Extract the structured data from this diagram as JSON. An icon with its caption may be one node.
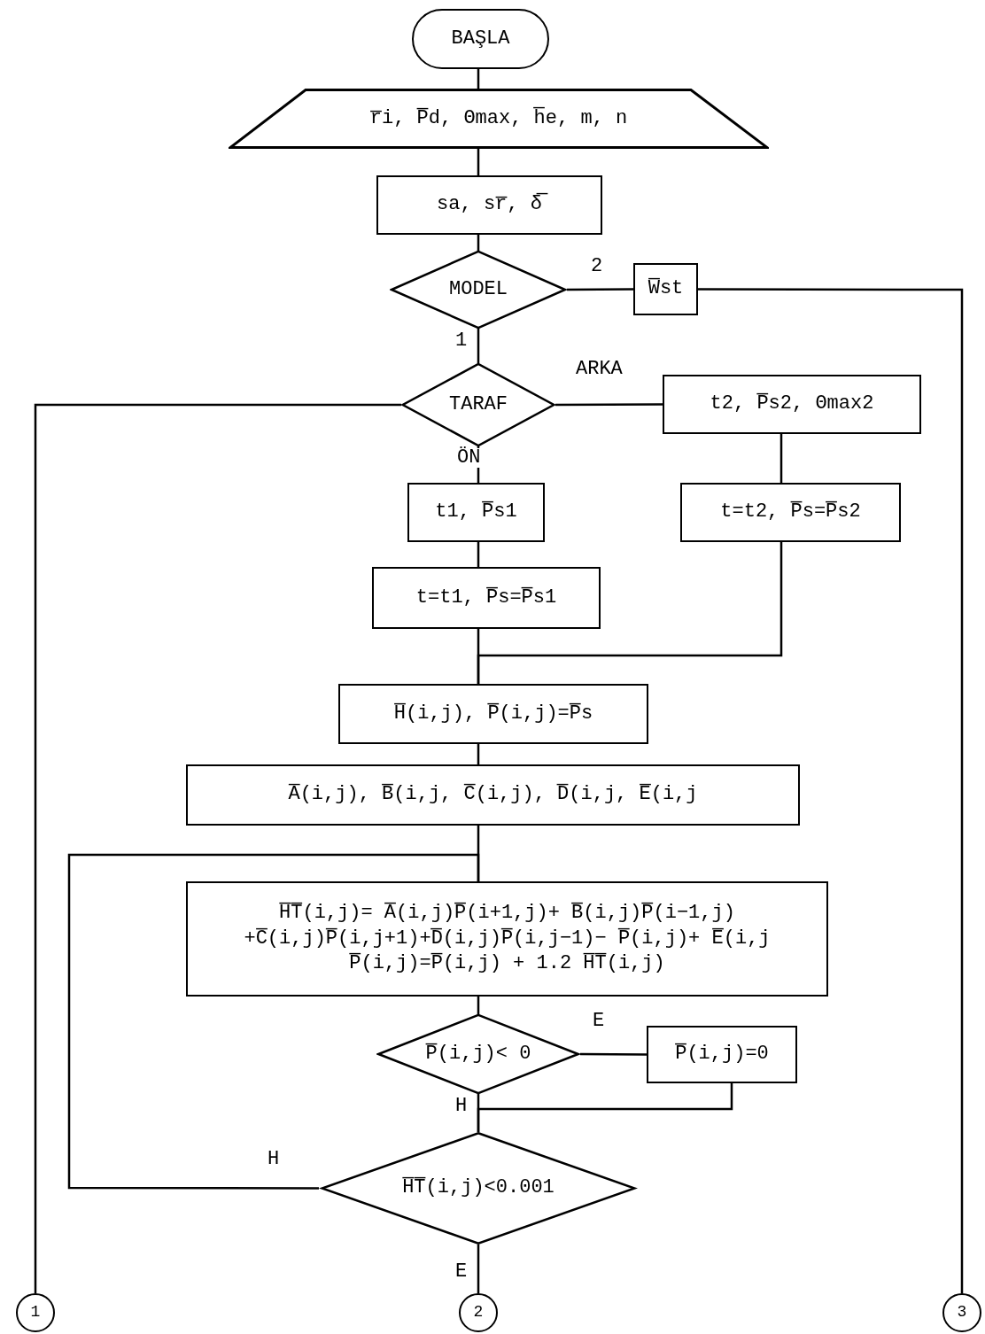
{
  "diagram": {
    "nodes": [
      {
        "text": [
          "BAŞLA"
        ]
      },
      {
        "text": [
          "r̅i, P̅d, Θmax, h̅e, m, n"
        ]
      },
      {
        "text": [
          "sa, sr̅, δ̅"
        ]
      },
      {
        "text": [
          "MODEL"
        ]
      },
      {
        "text": [
          "W̅st"
        ]
      },
      {
        "text": [
          "TARAF"
        ]
      },
      {
        "text": [
          "t2, P̅s2, Θmax2"
        ]
      },
      {
        "text": [
          "t1, P̅s1"
        ]
      },
      {
        "text": [
          "t=t2, P̅s=P̅s2"
        ]
      },
      {
        "text": [
          "t=t1, P̅s=P̅s1"
        ]
      },
      {
        "text": [
          "H̅(i,j), P̅(i,j)=P̅s"
        ]
      },
      {
        "text": [
          "A̅(i,j), B̅(i,j, C̅(i,j), D̅(i,j, E̅(i,j"
        ]
      },
      {
        "text": [
          "H̅T̅(i,j)= A̅(i,j)P̅(i+1,j)+ B̅(i,j)P̅(i−1,j)",
          "+C̅(i,j)P̅(i,j+1)+D̅(i,j)P̅(i,j−1)− P̅(i,j)+ E̅(i,j",
          "P̅(i,j)=P̅(i,j) + 1.2 H̅T̅(i,j)"
        ]
      },
      {
        "text": [
          "P̅(i,j)< 0"
        ]
      },
      {
        "text": [
          "P̅(i,j)=0"
        ]
      },
      {
        "text": [
          "H̅T̅(i,j)<0.001"
        ]
      },
      {
        "text": [
          "1"
        ]
      },
      {
        "text": [
          "2"
        ]
      },
      {
        "text": [
          "3"
        ]
      }
    ],
    "edges": [
      {
        "from": 0,
        "to": 1,
        "arrow": "none"
      },
      {
        "from": 1,
        "to": 2,
        "arrow": "none"
      },
      {
        "from": 2,
        "to": 3,
        "arrow": "none"
      },
      {
        "from": 3,
        "to": 4,
        "arrow": "none",
        "label": "2"
      },
      {
        "from": 4,
        "to": 18,
        "arrow": "none"
      },
      {
        "from": 3,
        "to": 5,
        "arrow": "none",
        "label": "1"
      },
      {
        "from": 5,
        "to": 16,
        "arrow": "none"
      },
      {
        "from": 5,
        "to": 6,
        "arrow": "none",
        "label": "ARKA"
      },
      {
        "from": 5,
        "to": 7,
        "arrow": "none",
        "label": "ÖN"
      },
      {
        "from": 6,
        "to": 8,
        "arrow": "none"
      },
      {
        "from": 7,
        "to": 9,
        "arrow": "none"
      },
      {
        "from": 9,
        "to": 10,
        "arrow": "none"
      },
      {
        "from": 8,
        "to": 10,
        "arrow": "none"
      },
      {
        "from": 10,
        "to": 11,
        "arrow": "none"
      },
      {
        "from": 11,
        "to": 12,
        "arrow": "none"
      },
      {
        "from": 12,
        "to": 13,
        "arrow": "none"
      },
      {
        "from": 13,
        "to": 14,
        "arrow": "none",
        "label": "E"
      },
      {
        "from": 13,
        "to": 15,
        "arrow": "none",
        "label": "H"
      },
      {
        "from": 14,
        "to": 15,
        "arrow": "none"
      },
      {
        "from": 15,
        "to": 12,
        "arrow": "none",
        "label": "H"
      },
      {
        "from": 15,
        "to": 17,
        "arrow": "none",
        "label": "E"
      }
    ]
  }
}
